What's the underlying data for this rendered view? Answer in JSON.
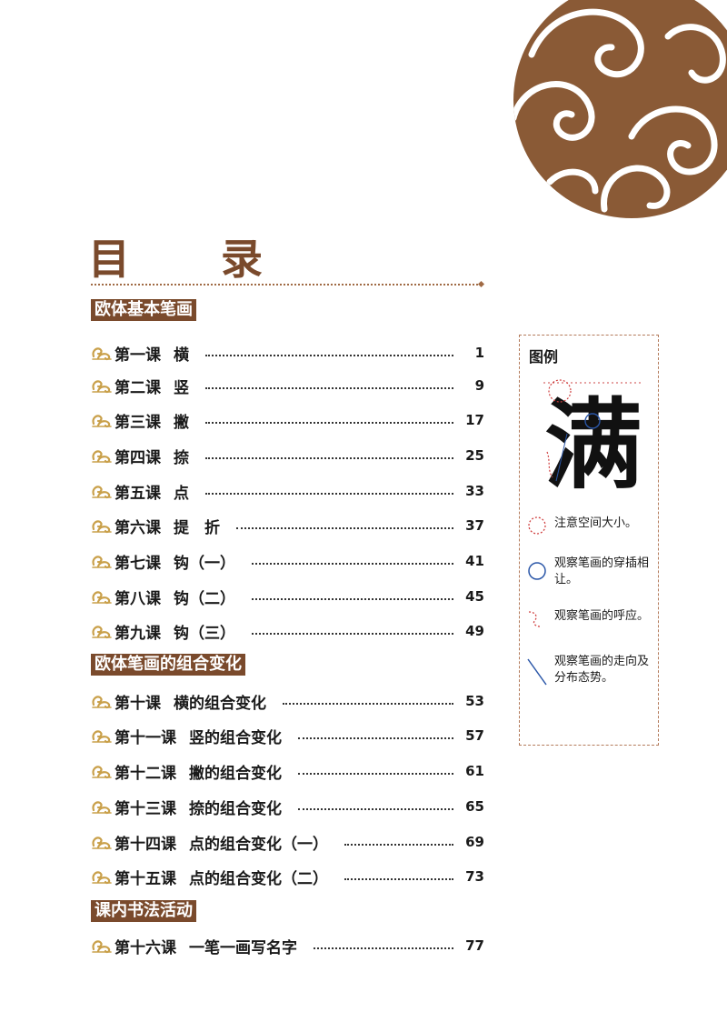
{
  "title": "目 录",
  "sections": [
    {
      "label": "欧体基本笔画"
    },
    {
      "label": "欧体笔画的组合变化"
    },
    {
      "label": "课内书法活动"
    }
  ],
  "rows": [
    {
      "lesson": "第一课",
      "topic": "横",
      "page": "1"
    },
    {
      "lesson": "第二课",
      "topic": "竖",
      "page": "9"
    },
    {
      "lesson": "第三课",
      "topic": "撇",
      "page": "17"
    },
    {
      "lesson": "第四课",
      "topic": "捺",
      "page": "25"
    },
    {
      "lesson": "第五课",
      "topic": "点",
      "page": "33"
    },
    {
      "lesson": "第六课",
      "topic": "提　折",
      "page": "37"
    },
    {
      "lesson": "第七课",
      "topic": "钩（一）",
      "page": "41"
    },
    {
      "lesson": "第八课",
      "topic": "钩（二）",
      "page": "45"
    },
    {
      "lesson": "第九课",
      "topic": "钩（三）",
      "page": "49"
    },
    {
      "lesson": "第十课",
      "topic": "横的组合变化",
      "page": "53"
    },
    {
      "lesson": "第十一课",
      "topic": "竖的组合变化",
      "page": "57"
    },
    {
      "lesson": "第十二课",
      "topic": "撇的组合变化",
      "page": "61"
    },
    {
      "lesson": "第十三课",
      "topic": "捺的组合变化",
      "page": "65"
    },
    {
      "lesson": "第十四课",
      "topic": "点的组合变化（一）",
      "page": "69"
    },
    {
      "lesson": "第十五课",
      "topic": "点的组合变化（二）",
      "page": "73"
    },
    {
      "lesson": "第十六课",
      "topic": "一笔一画写名字",
      "page": "77"
    }
  ],
  "legend": {
    "title": "图例",
    "character": "满",
    "items": [
      {
        "text": "注意空间大小。",
        "icon": "dotted-red-circle-icon"
      },
      {
        "text": "观察笔画的穿插相让。",
        "icon": "blue-circle-icon"
      },
      {
        "text": "观察笔画的呼应。",
        "icon": "red-dotted-curve-icon"
      },
      {
        "text": "观察笔画的走向及分布态势。",
        "icon": "blue-slash-line-icon"
      }
    ]
  },
  "colors": {
    "accent": "#7a4a2c",
    "cloud": "#8a5a36",
    "cloud_gold": "#c9a04a",
    "legend_border": "#b37a5a"
  }
}
